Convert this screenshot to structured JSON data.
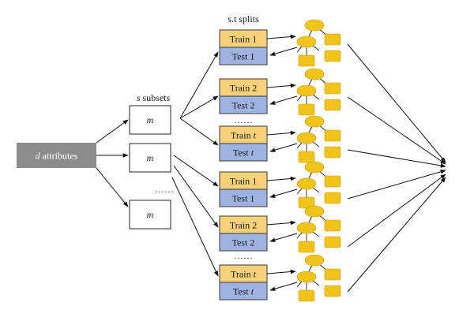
{
  "attributes": {
    "var": "d",
    "text": " attributes"
  },
  "subsets_header": {
    "var": "s",
    "text": " subsets"
  },
  "splits_header": "s.t splits",
  "subset_label": "m",
  "ellipsis": "……",
  "groups": [
    {
      "folds": [
        {
          "train_prefix": "Train ",
          "train_num": "1",
          "test_prefix": "Test ",
          "test_num": "1"
        },
        {
          "train_prefix": "Train ",
          "train_num": "2",
          "test_prefix": "Test ",
          "test_num": "2"
        },
        {
          "train_prefix": "Train ",
          "train_num": "t",
          "test_prefix": "Test ",
          "test_num": "t"
        }
      ]
    },
    {
      "folds": [
        {
          "train_prefix": "Train ",
          "train_num": "1",
          "test_prefix": "Test ",
          "test_num": "1"
        },
        {
          "train_prefix": "Train ",
          "train_num": "2",
          "test_prefix": "Test ",
          "test_num": "2"
        },
        {
          "train_prefix": "Train ",
          "train_num": "t",
          "test_prefix": "Test ",
          "test_num": "t"
        }
      ]
    }
  ],
  "colors": {
    "train": "#f5d27a",
    "test": "#9fb3e0",
    "attribute_box": "#8c8c8c",
    "tree": "#f0c419"
  }
}
